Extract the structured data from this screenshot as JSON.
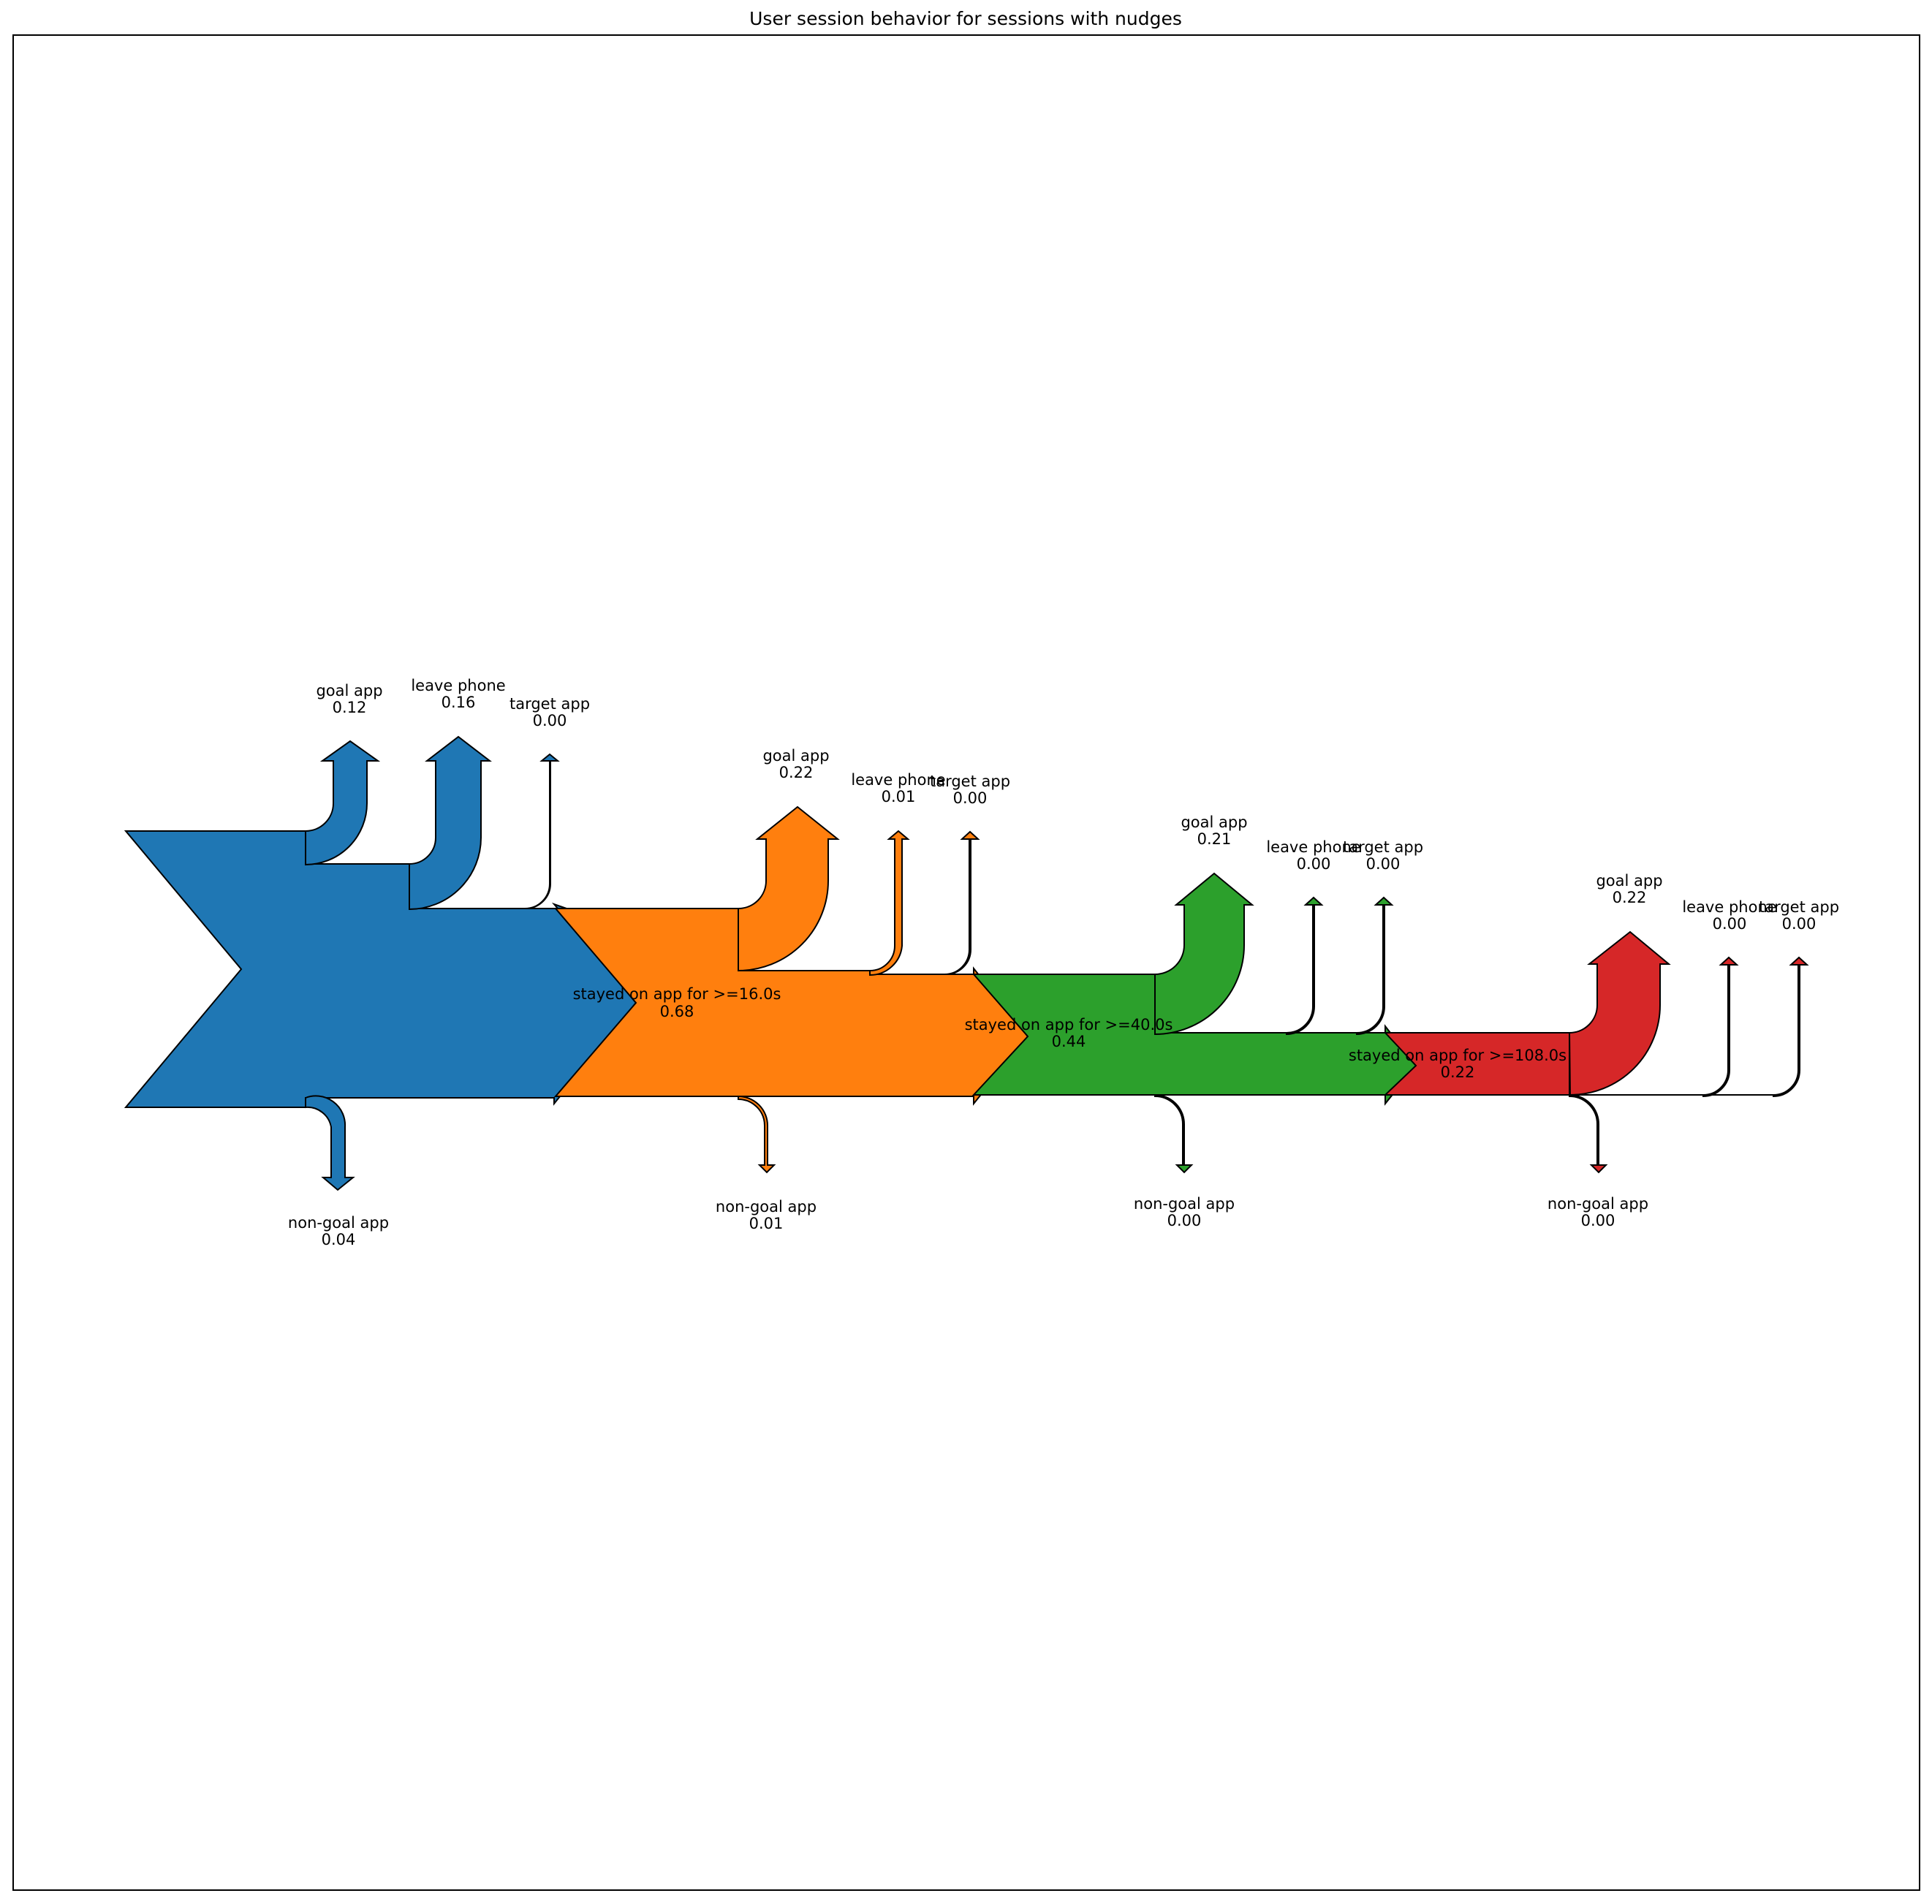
{
  "title": "User session behavior for sessions with nudges",
  "colors": {
    "stage1": "#1f77b4",
    "stage2": "#ff7f0e",
    "stage3": "#2ca02c",
    "stage4": "#d62728",
    "outline": "#000000",
    "background": "#ffffff"
  },
  "stages": [
    {
      "stayed": {
        "label": "stayed on app for >=16.0s",
        "value": "0.68"
      },
      "outflows": {
        "goal_app": {
          "label": "goal app",
          "value": "0.12"
        },
        "leave_phone": {
          "label": "leave phone",
          "value": "0.16"
        },
        "target_app": {
          "label": "target app",
          "value": "0.00"
        },
        "non_goal_app": {
          "label": "non-goal app",
          "value": "0.04"
        }
      }
    },
    {
      "stayed": {
        "label": "stayed on app for >=40.0s",
        "value": "0.44"
      },
      "outflows": {
        "goal_app": {
          "label": "goal app",
          "value": "0.22"
        },
        "leave_phone": {
          "label": "leave phone",
          "value": "0.01"
        },
        "target_app": {
          "label": "target app",
          "value": "0.00"
        },
        "non_goal_app": {
          "label": "non-goal app",
          "value": "0.01"
        }
      }
    },
    {
      "stayed": {
        "label": "stayed on app for >=108.0s",
        "value": "0.22"
      },
      "outflows": {
        "goal_app": {
          "label": "goal app",
          "value": "0.21"
        },
        "leave_phone": {
          "label": "leave phone",
          "value": "0.00"
        },
        "target_app": {
          "label": "target app",
          "value": "0.00"
        },
        "non_goal_app": {
          "label": "non-goal app",
          "value": "0.00"
        }
      }
    },
    {
      "outflows": {
        "goal_app": {
          "label": "goal app",
          "value": "0.22"
        },
        "leave_phone": {
          "label": "leave phone",
          "value": "0.00"
        },
        "target_app": {
          "label": "target app",
          "value": "0.00"
        },
        "non_goal_app": {
          "label": "non-goal app",
          "value": "0.00"
        }
      }
    }
  ]
}
